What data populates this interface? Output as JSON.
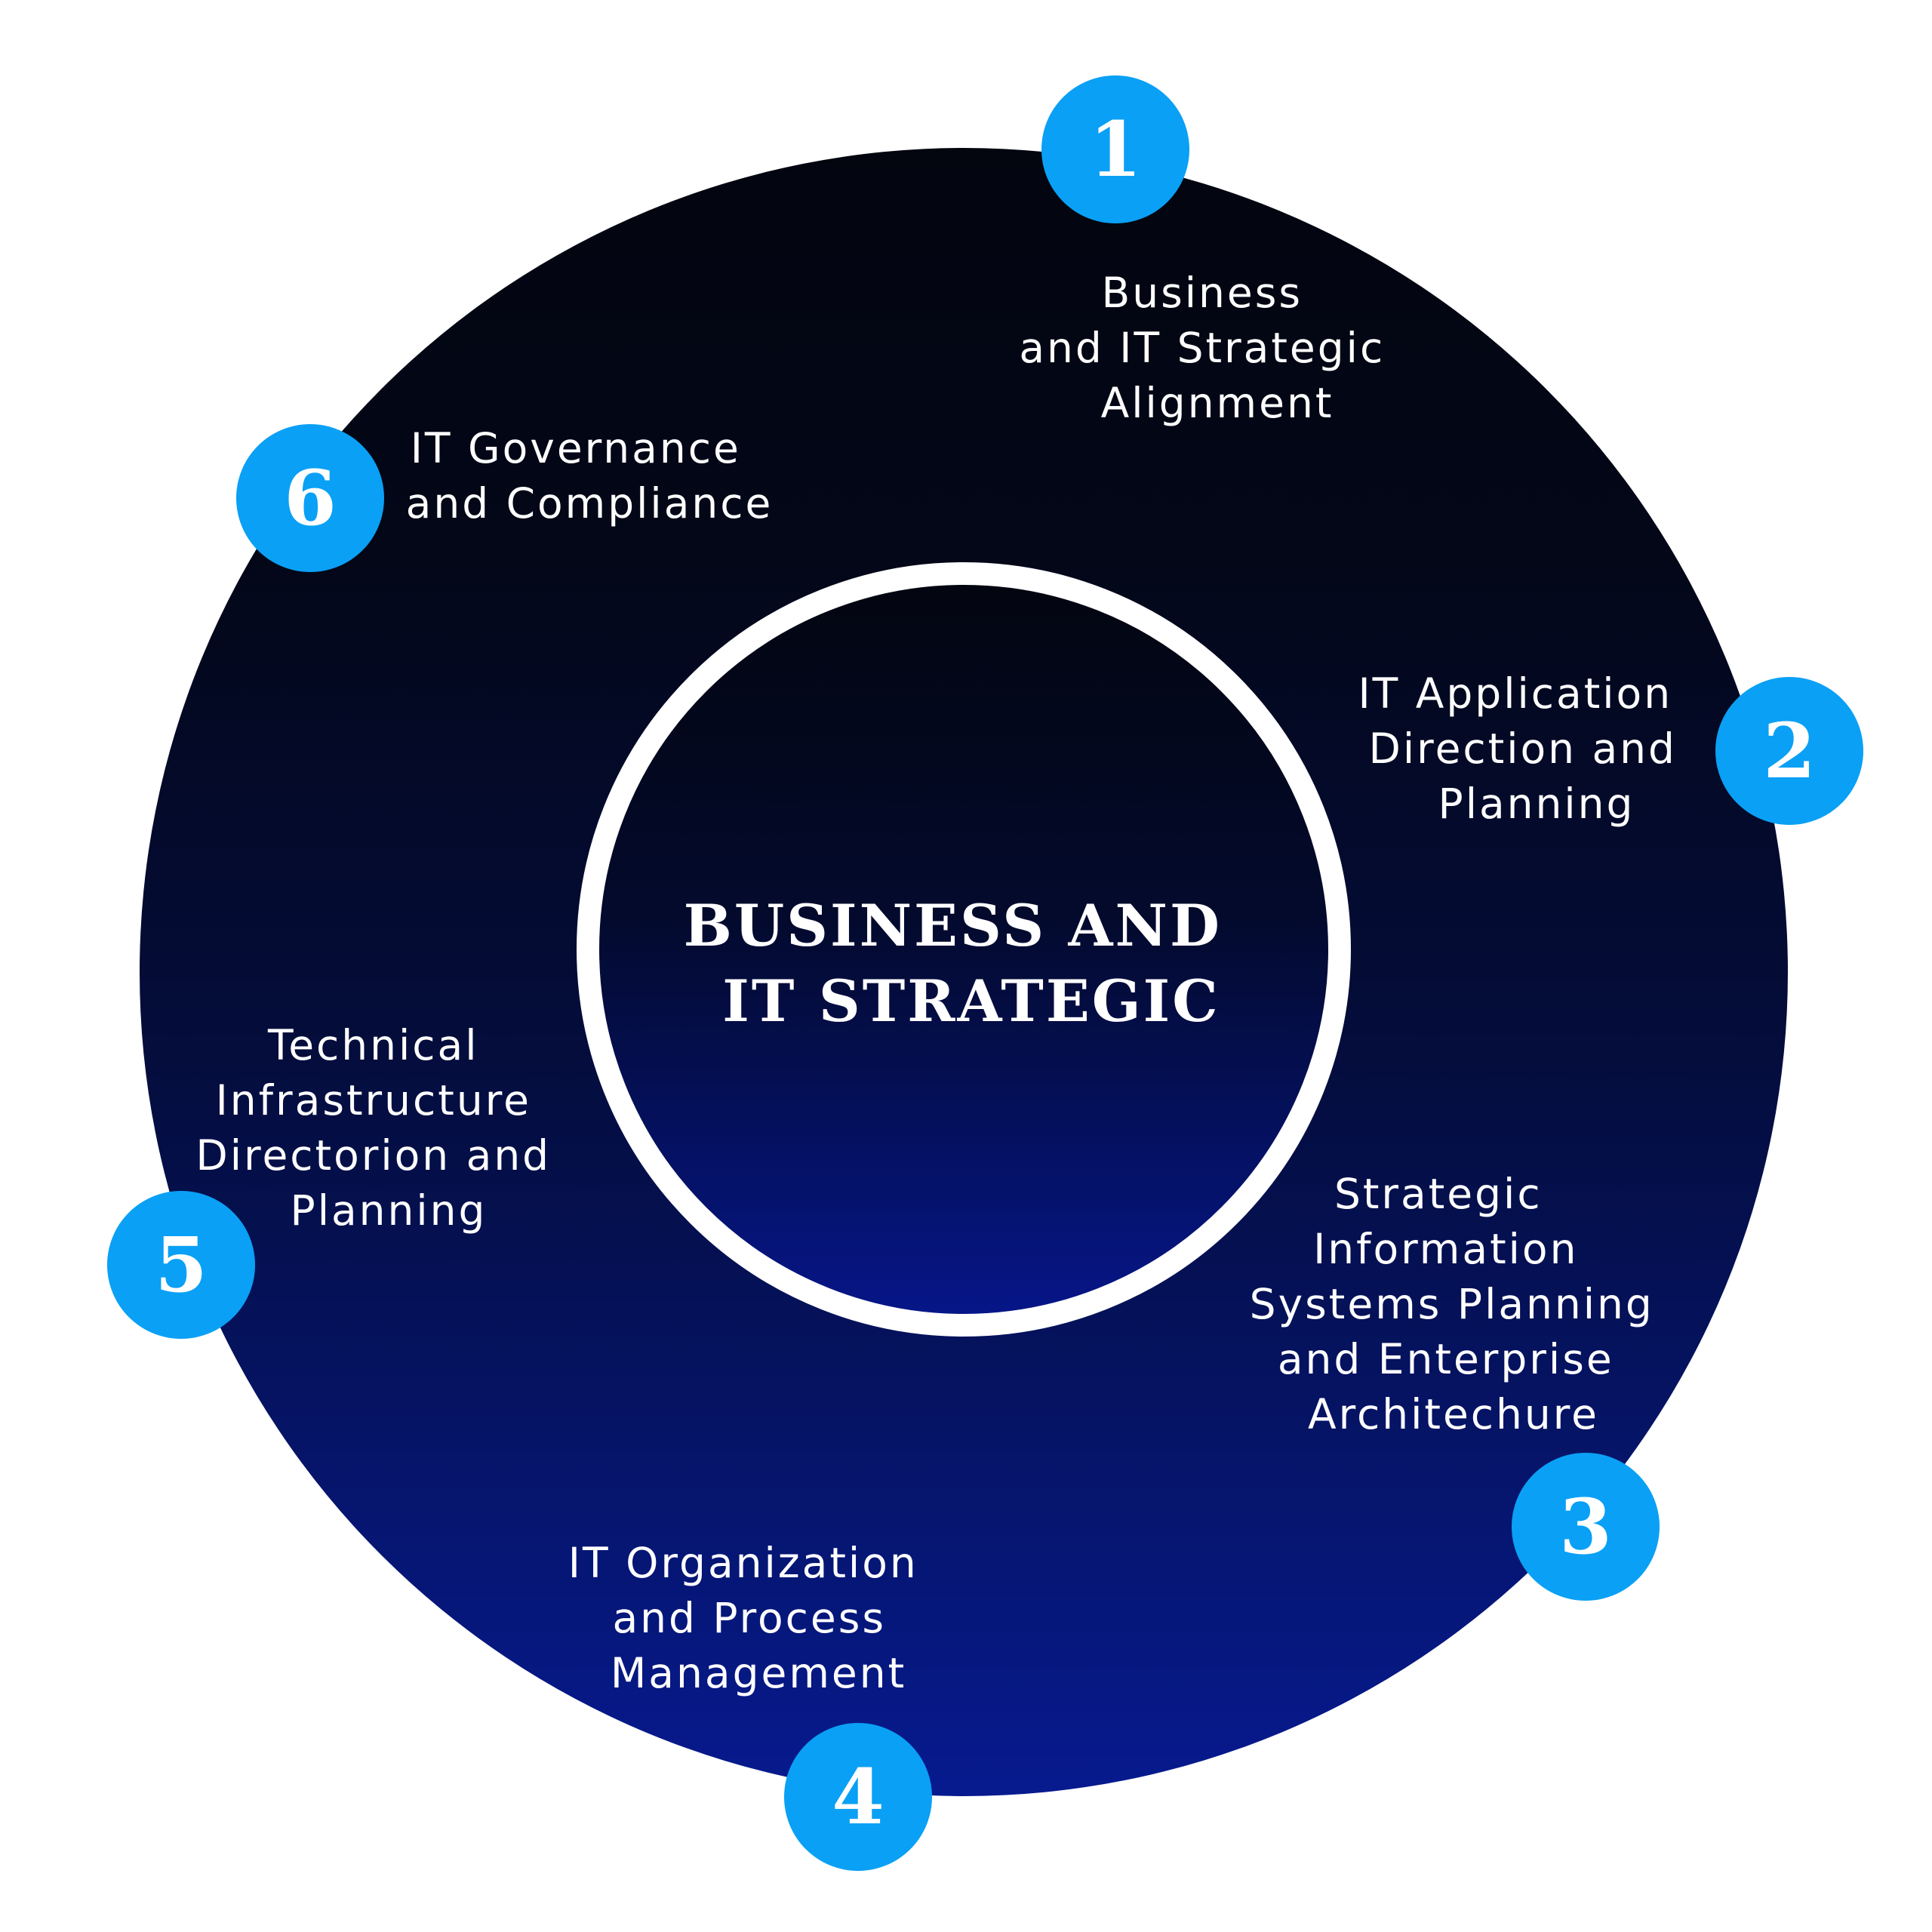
{
  "center": {
    "lines": [
      "BUSINESS AND",
      "IT STRATEGIC"
    ]
  },
  "colors": {
    "ring_top": "#03050f",
    "ring_bottom": "#071a8f",
    "badge": "#0aa0f5",
    "inner_border": "#ffffff",
    "text": "#ffffff"
  },
  "steps": [
    {
      "number": "1",
      "lines": [
        "Business",
        "and IT Strategic",
        "Alignment"
      ]
    },
    {
      "number": "2",
      "lines": [
        "IT Application",
        "Direction and",
        "Planning"
      ]
    },
    {
      "number": "3",
      "lines": [
        "Strategic",
        "Information",
        "Systems Planning",
        "and Enterprise",
        "Architechure"
      ]
    },
    {
      "number": "4",
      "lines": [
        "IT Organization",
        "and Process",
        "Management"
      ]
    },
    {
      "number": "5",
      "lines": [
        "Technical",
        "Infrastructure",
        "Directorion and",
        "Planning"
      ]
    },
    {
      "number": "6",
      "lines": [
        "IT Governance",
        "and Compliance"
      ]
    }
  ]
}
